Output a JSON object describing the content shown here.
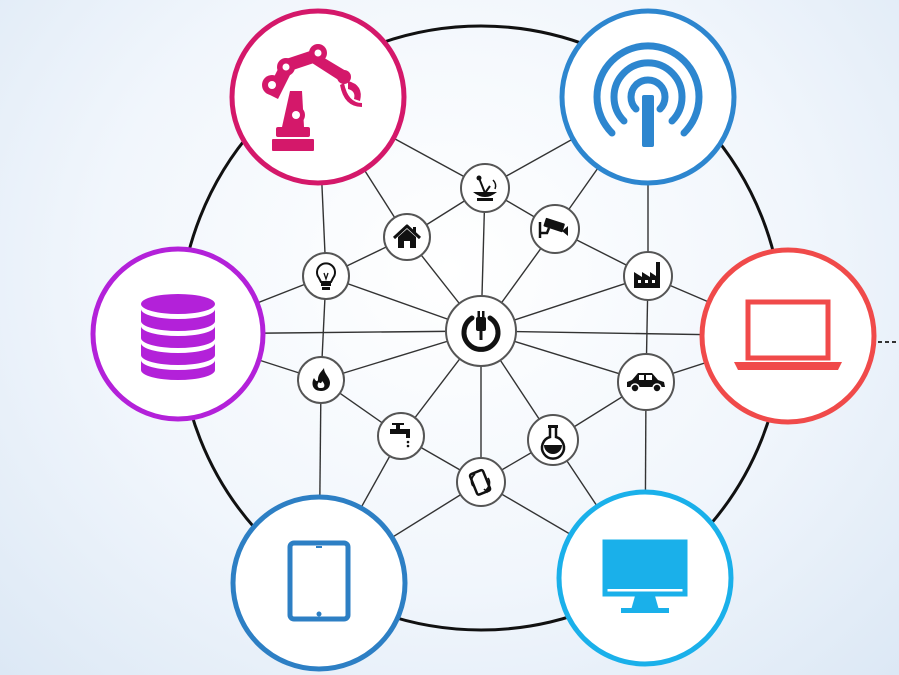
{
  "colors": {
    "background": "#eef4fb",
    "outer_ring": "#111111",
    "edge": "#333333",
    "robot_arm": "#d4186a",
    "wifi_antenna": "#2d86cf",
    "database": "#b321d9",
    "laptop": "#f04a4a",
    "tablet": "#2d7fc4",
    "desktop_monitor": "#1ab0ea",
    "small_node_stroke": "#555555",
    "small_icon": "#111111"
  },
  "hubs": [
    {
      "id": "robot-arm",
      "icon": "robot-arm-icon",
      "color_key": "robot_arm"
    },
    {
      "id": "wifi-antenna",
      "icon": "wifi-antenna-icon",
      "color_key": "wifi_antenna"
    },
    {
      "id": "database",
      "icon": "database-icon",
      "color_key": "database"
    },
    {
      "id": "laptop",
      "icon": "laptop-icon",
      "color_key": "laptop"
    },
    {
      "id": "tablet",
      "icon": "tablet-icon",
      "color_key": "tablet"
    },
    {
      "id": "desktop-monitor",
      "icon": "desktop-monitor-icon",
      "color_key": "desktop_monitor"
    }
  ],
  "small_nodes": [
    {
      "id": "center",
      "icon": "power-plug-icon"
    },
    {
      "id": "satellite-dish",
      "icon": "satellite-dish-icon"
    },
    {
      "id": "home",
      "icon": "home-icon"
    },
    {
      "id": "security-camera",
      "icon": "security-camera-icon"
    },
    {
      "id": "light-bulb",
      "icon": "light-bulb-icon"
    },
    {
      "id": "factory",
      "icon": "factory-icon"
    },
    {
      "id": "flame",
      "icon": "flame-icon"
    },
    {
      "id": "car",
      "icon": "car-icon"
    },
    {
      "id": "water-tap",
      "icon": "water-tap-icon"
    },
    {
      "id": "flask",
      "icon": "flask-icon"
    },
    {
      "id": "mobile-sync",
      "icon": "mobile-sync-icon"
    }
  ],
  "edges": [
    [
      "center",
      "database"
    ],
    [
      "center",
      "laptop"
    ],
    [
      "center",
      "satellite-dish"
    ],
    [
      "center",
      "home"
    ],
    [
      "center",
      "security-camera"
    ],
    [
      "center",
      "light-bulb"
    ],
    [
      "center",
      "factory"
    ],
    [
      "center",
      "flame"
    ],
    [
      "center",
      "car"
    ],
    [
      "center",
      "water-tap"
    ],
    [
      "center",
      "flask"
    ],
    [
      "center",
      "mobile-sync"
    ],
    [
      "satellite-dish",
      "home"
    ],
    [
      "satellite-dish",
      "security-camera"
    ],
    [
      "satellite-dish",
      "robot-arm"
    ],
    [
      "satellite-dish",
      "wifi-antenna"
    ],
    [
      "home",
      "light-bulb"
    ],
    [
      "home",
      "robot-arm"
    ],
    [
      "security-camera",
      "factory"
    ],
    [
      "security-camera",
      "wifi-antenna"
    ],
    [
      "light-bulb",
      "database"
    ],
    [
      "light-bulb",
      "robot-arm"
    ],
    [
      "light-bulb",
      "flame"
    ],
    [
      "factory",
      "laptop"
    ],
    [
      "factory",
      "wifi-antenna"
    ],
    [
      "factory",
      "car"
    ],
    [
      "flame",
      "database"
    ],
    [
      "flame",
      "water-tap"
    ],
    [
      "flame",
      "tablet"
    ],
    [
      "car",
      "laptop"
    ],
    [
      "car",
      "flask"
    ],
    [
      "car",
      "desktop-monitor"
    ],
    [
      "water-tap",
      "mobile-sync"
    ],
    [
      "water-tap",
      "tablet"
    ],
    [
      "flask",
      "mobile-sync"
    ],
    [
      "flask",
      "desktop-monitor"
    ],
    [
      "mobile-sync",
      "tablet"
    ],
    [
      "mobile-sync",
      "desktop-monitor"
    ]
  ]
}
